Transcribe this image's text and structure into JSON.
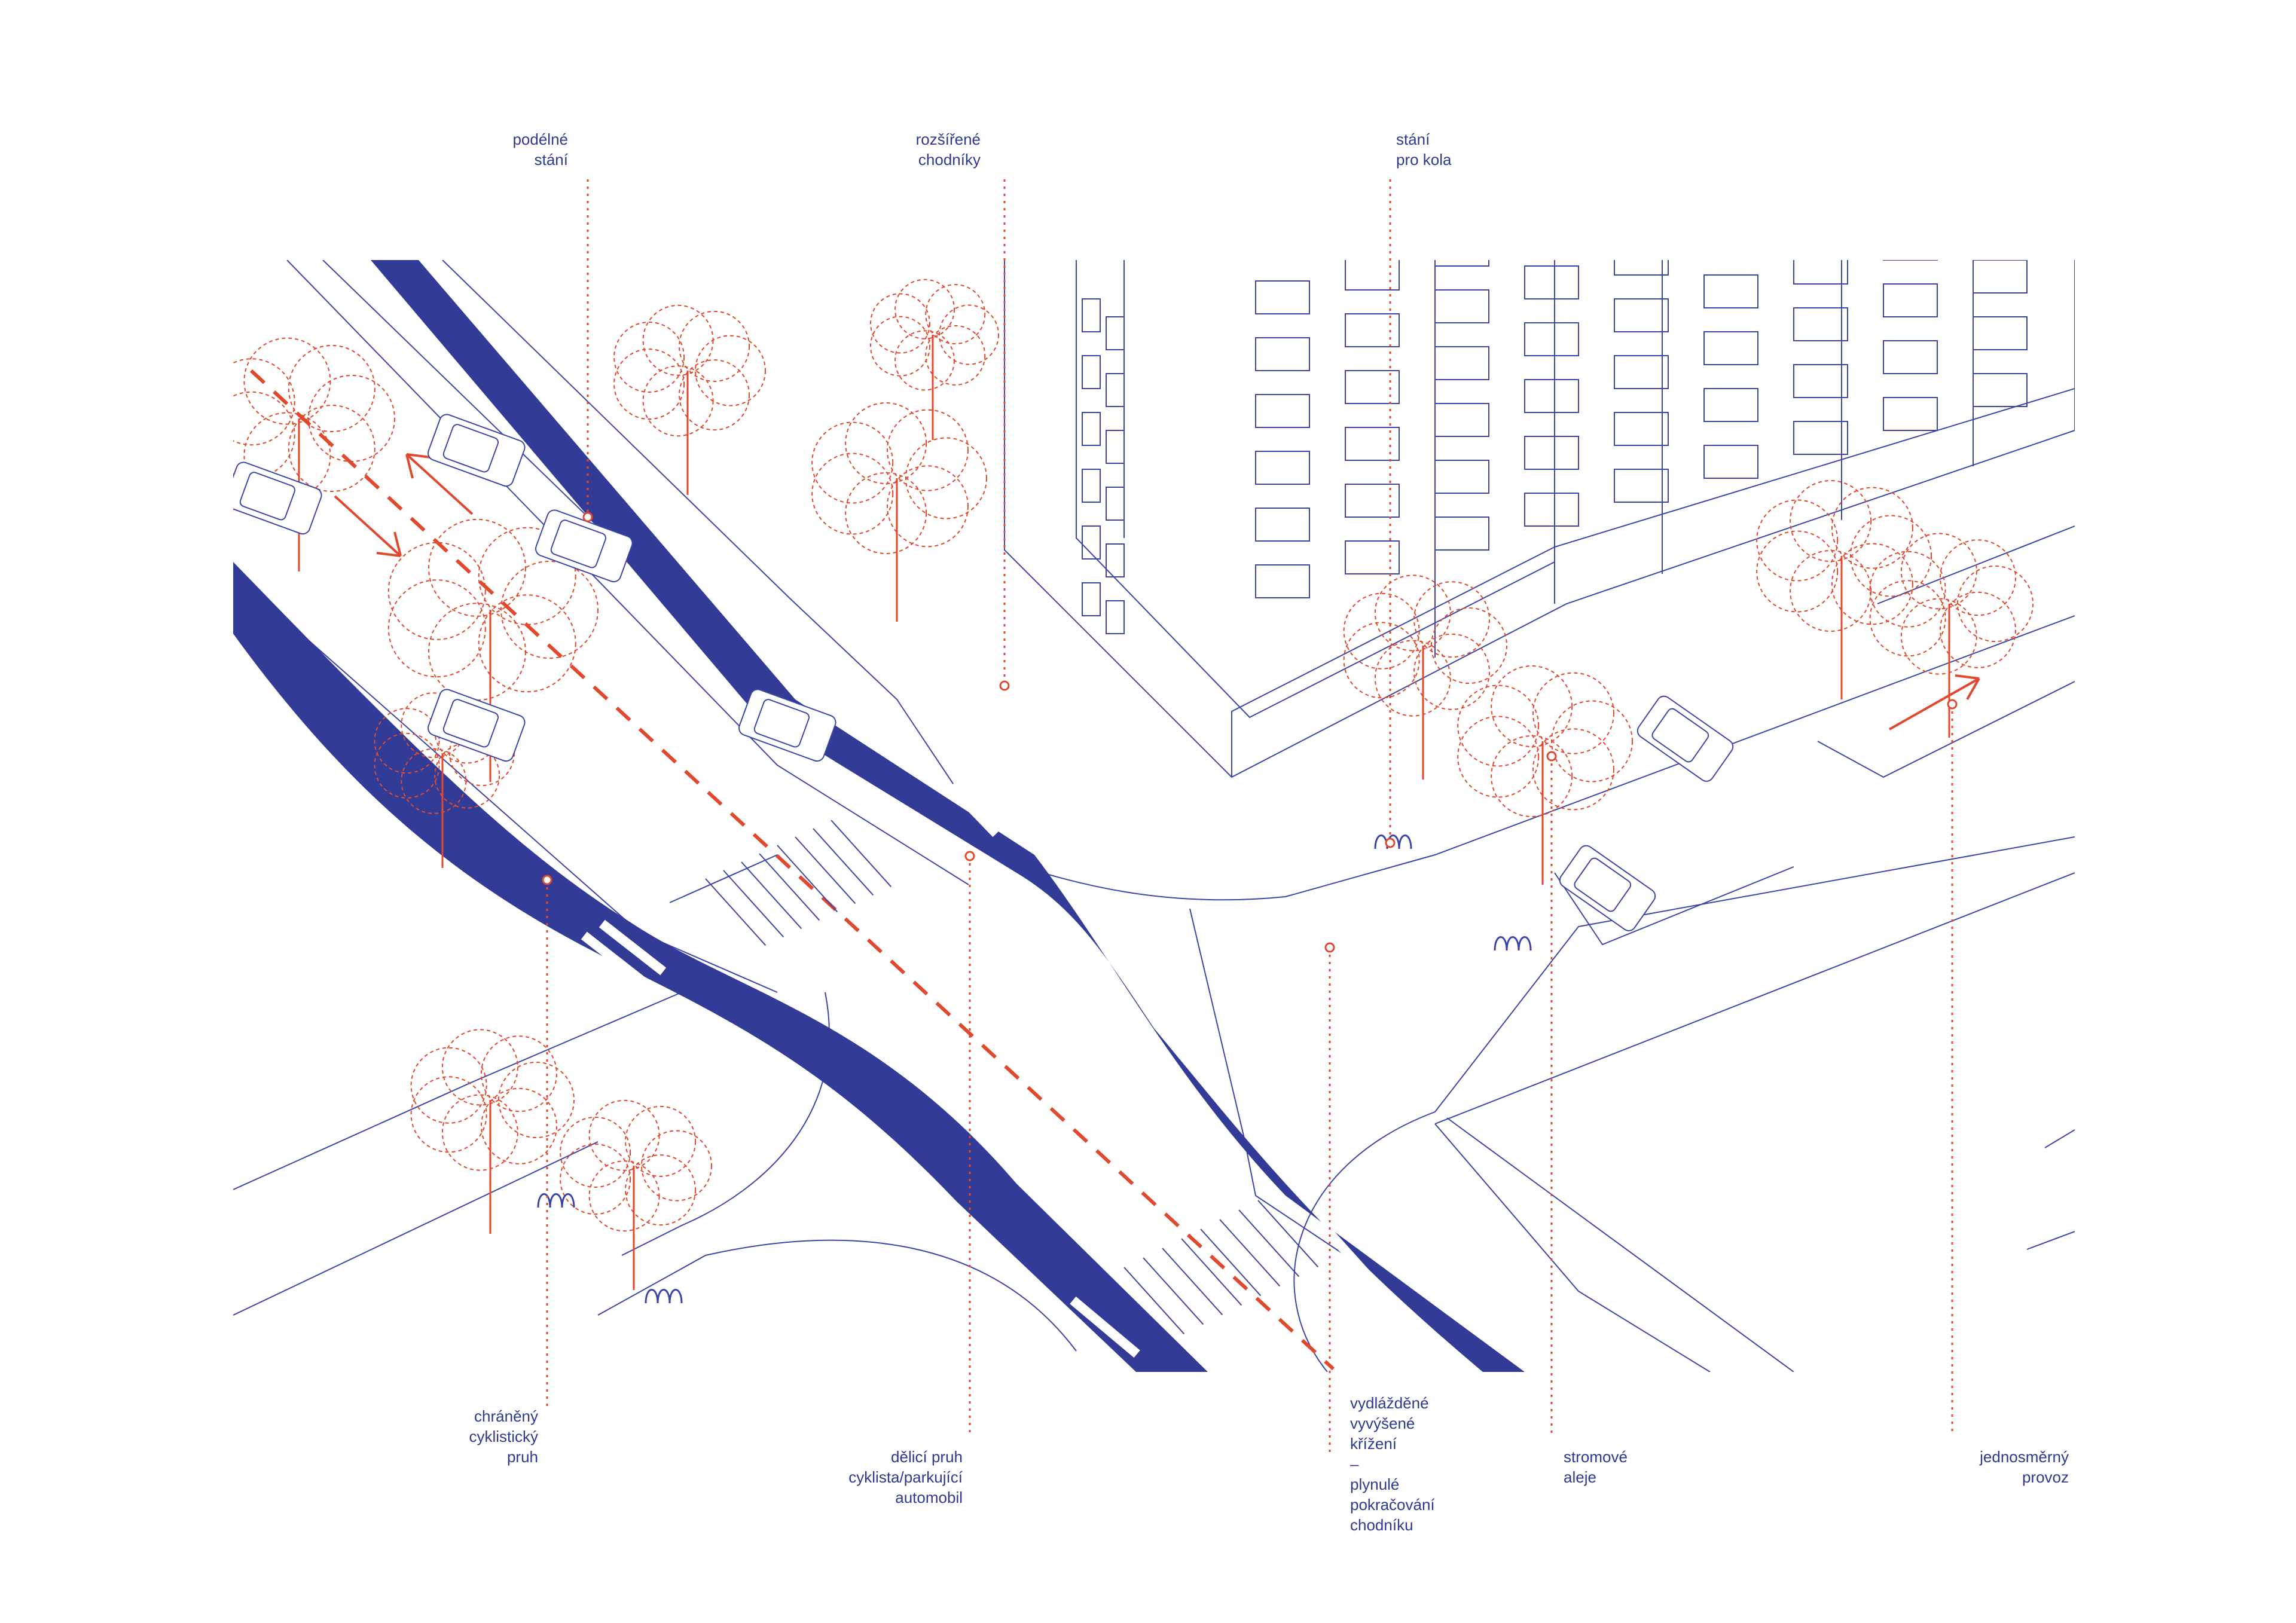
{
  "colors": {
    "blue": "#323c96",
    "line": "#3b45a8",
    "red": "#e0492e"
  },
  "labels": {
    "podelne_stani": [
      "podélné",
      "stání"
    ],
    "rozsirene_chodniky": [
      "rozšířené",
      "chodníky"
    ],
    "stani_pro_kola": [
      "stání",
      "pro kola"
    ],
    "chraneny_pruh": [
      "chráněný",
      "cyklistický",
      "pruh"
    ],
    "delici_pruh": [
      "dělicí pruh",
      "cyklista/parkující",
      "automobil"
    ],
    "vydlazdene": [
      "vydlážděné",
      "vyvýšené",
      "křížení",
      "–",
      "plynulé",
      "pokračování",
      "chodníku"
    ],
    "stromove_aleje": [
      "stromové",
      "aleje"
    ],
    "jednosmerny_provoz": [
      "jednosměrný",
      "provoz"
    ]
  }
}
